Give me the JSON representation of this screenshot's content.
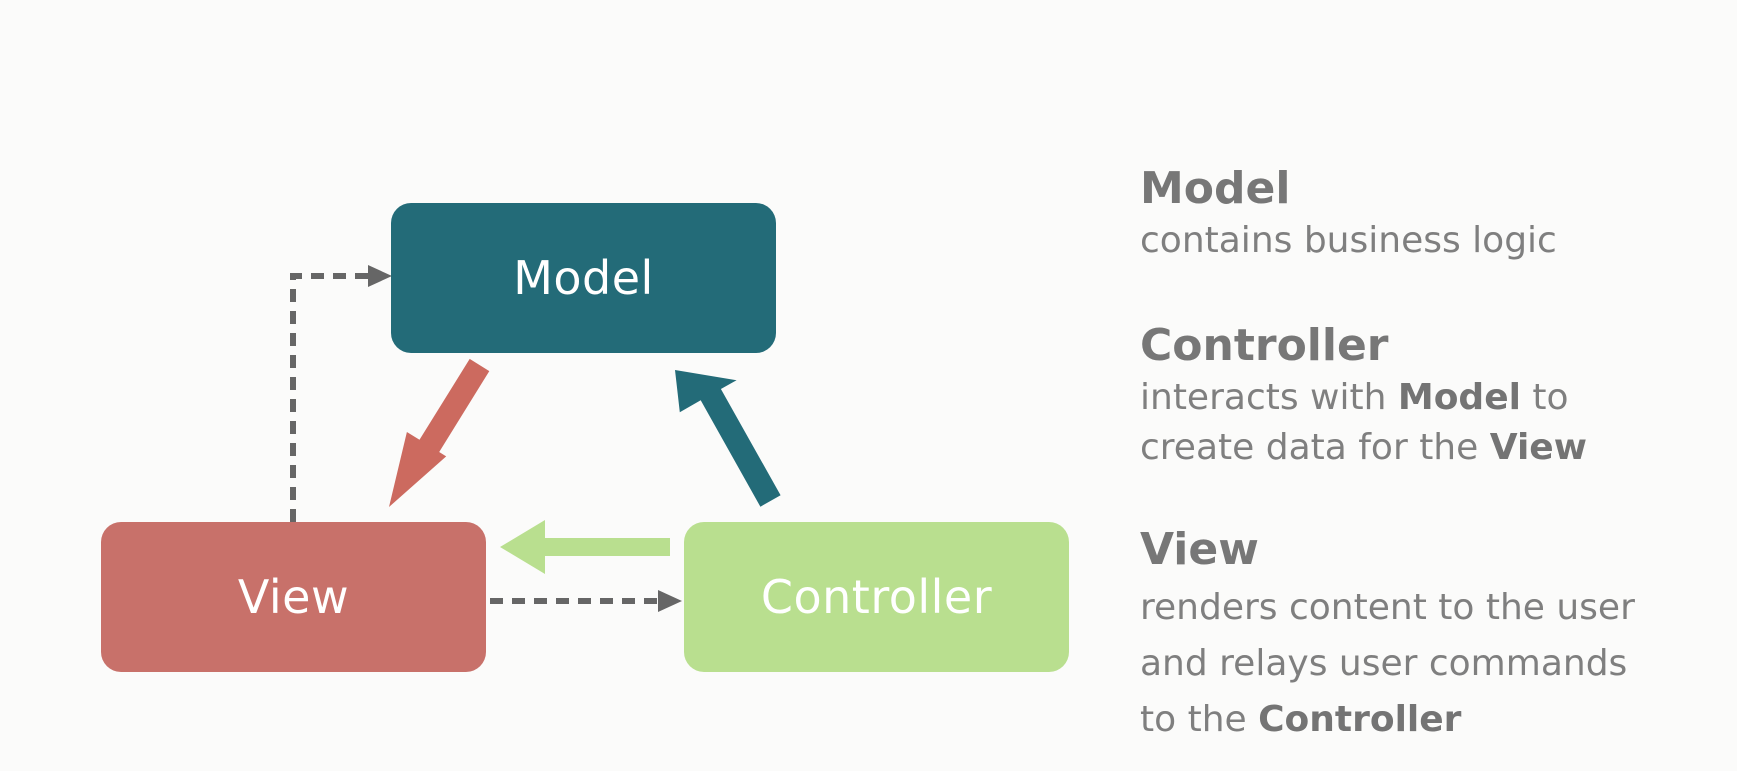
{
  "diagram": {
    "nodes": {
      "model": {
        "label": "Model",
        "color": "#236b78"
      },
      "view": {
        "label": "View",
        "color": "#c8716a"
      },
      "controller": {
        "label": "Controller",
        "color": "#b9df8f"
      }
    },
    "edges": [
      {
        "from": "model",
        "to": "view",
        "style": "solid",
        "color": "#cc6a5f"
      },
      {
        "from": "controller",
        "to": "model",
        "style": "solid",
        "color": "#236b78"
      },
      {
        "from": "controller",
        "to": "view",
        "style": "solid",
        "color": "#b9df8f"
      },
      {
        "from": "view",
        "to": "model",
        "style": "dashed",
        "color": "#666666"
      },
      {
        "from": "view",
        "to": "controller",
        "style": "dashed",
        "color": "#666666"
      }
    ]
  },
  "legend": {
    "model": {
      "title": "Model",
      "desc": "contains business logic"
    },
    "controller": {
      "title": "Controller",
      "desc_1": "interacts with ",
      "desc_2": "Model",
      "desc_3": " to",
      "desc_4": "create data for the ",
      "desc_5": "View"
    },
    "view": {
      "title": "View",
      "desc_1": "renders content to the user",
      "desc_2": "and relays user commands",
      "desc_3": "to the ",
      "desc_4": "Controller"
    }
  }
}
